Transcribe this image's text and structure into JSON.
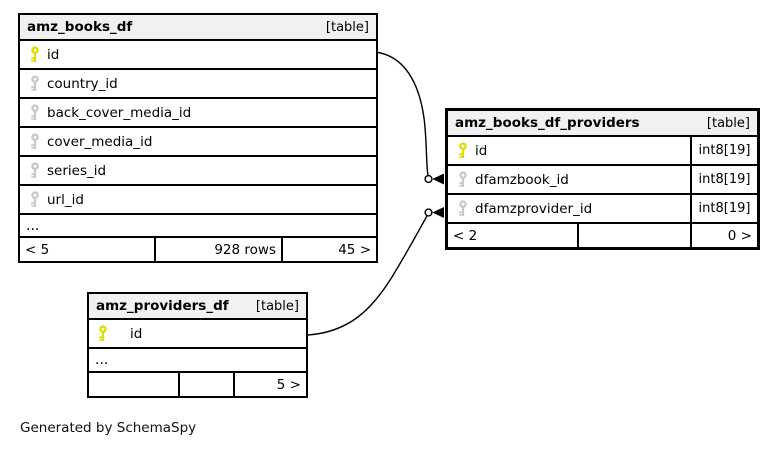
{
  "footer_note": "Generated by SchemaSpy",
  "colors": {
    "primary_key": "#dede00",
    "foreign_key": "#c9c9c9",
    "header_bg": "#f1f1f1",
    "border": "#000000",
    "relationship_line": "#000000"
  },
  "tables": {
    "books": {
      "name": "amz_books_df",
      "tag": "[table]",
      "columns": [
        {
          "name": "id",
          "key": "primary"
        },
        {
          "name": "country_id",
          "key": "foreign"
        },
        {
          "name": "back_cover_media_id",
          "key": "foreign"
        },
        {
          "name": "cover_media_id",
          "key": "foreign"
        },
        {
          "name": "series_id",
          "key": "foreign"
        },
        {
          "name": "url_id",
          "key": "foreign"
        }
      ],
      "more_indicator": "...",
      "footer": {
        "children": "< 5",
        "rows": "928 rows",
        "parents": "45 >"
      }
    },
    "providers_join": {
      "name": "amz_books_df_providers",
      "tag": "[table]",
      "columns": [
        {
          "name": "id",
          "type": "int8[19]",
          "key": "primary"
        },
        {
          "name": "dfamzbook_id",
          "type": "int8[19]",
          "key": "foreign"
        },
        {
          "name": "dfamzprovider_id",
          "type": "int8[19]",
          "key": "foreign"
        }
      ],
      "footer": {
        "children": "< 2",
        "rows": "",
        "parents": "0 >"
      }
    },
    "providers": {
      "name": "amz_providers_df",
      "tag": "[table]",
      "columns": [
        {
          "name": "id",
          "key": "primary"
        }
      ],
      "more_indicator": "...",
      "footer": {
        "children": "",
        "rows": "",
        "parents": "5 >"
      }
    }
  },
  "relationships": [
    {
      "from": "amz_books_df.id",
      "to": "amz_books_df_providers.dfamzbook_id"
    },
    {
      "from": "amz_providers_df.id",
      "to": "amz_books_df_providers.dfamzprovider_id"
    }
  ]
}
